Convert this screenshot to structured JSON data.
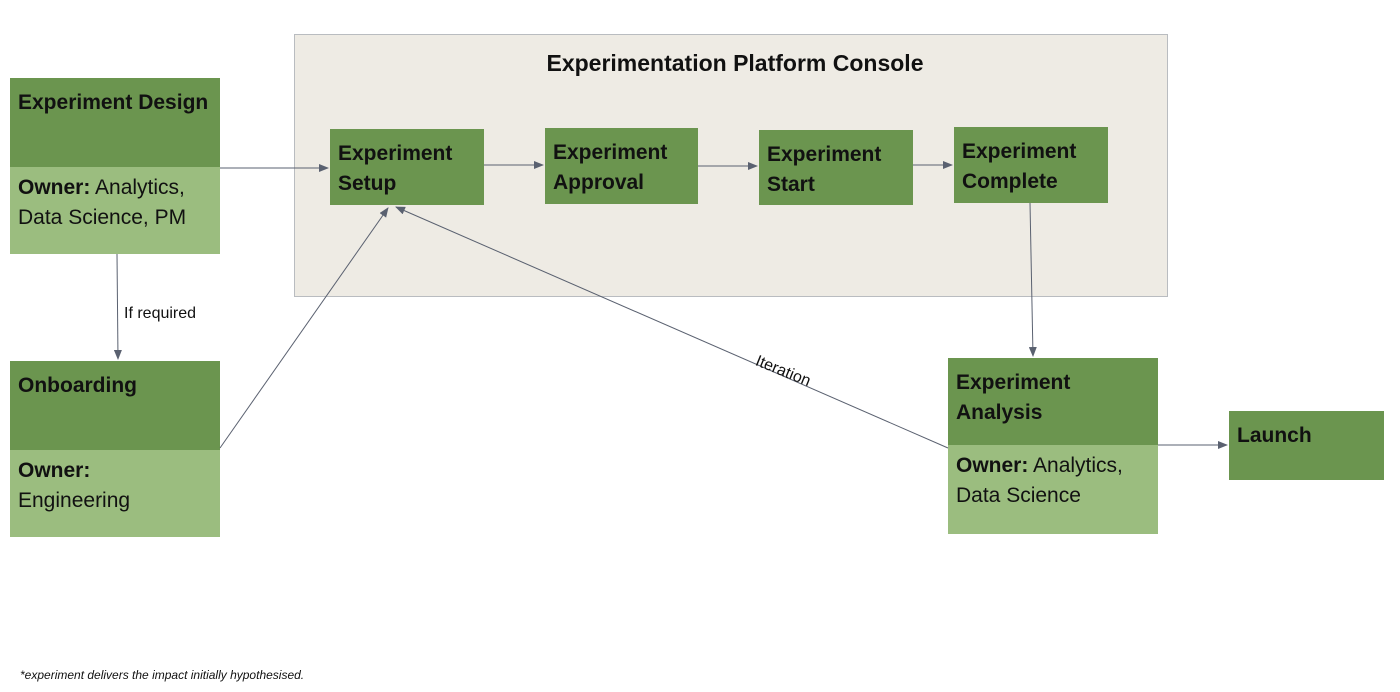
{
  "console": {
    "title": "Experimentation Platform Console"
  },
  "steps": {
    "setup": "Experiment Setup",
    "approval": "Experiment Approval",
    "start": "Experiment Start",
    "complete": "Experiment Complete"
  },
  "design": {
    "title": "Experiment Design",
    "owner_label": "Owner:",
    "owner": "Analytics, Data Science, PM"
  },
  "onboarding": {
    "title": "Onboarding",
    "owner_label": "Owner:",
    "owner": "Engineering"
  },
  "analysis": {
    "title": "Experiment Analysis",
    "owner_label": "Owner:",
    "owner": "Analytics, Data Science"
  },
  "launch": {
    "title": "Launch"
  },
  "edges": {
    "if_required": "If required",
    "iteration": "Iteration"
  },
  "footnote": "*experiment delivers the impact initially hypothesised.",
  "colors": {
    "dark_green": "#6b954f",
    "light_green": "#9bbd7f",
    "console_bg": "#eeebe4",
    "arrow": "#5a6170"
  }
}
